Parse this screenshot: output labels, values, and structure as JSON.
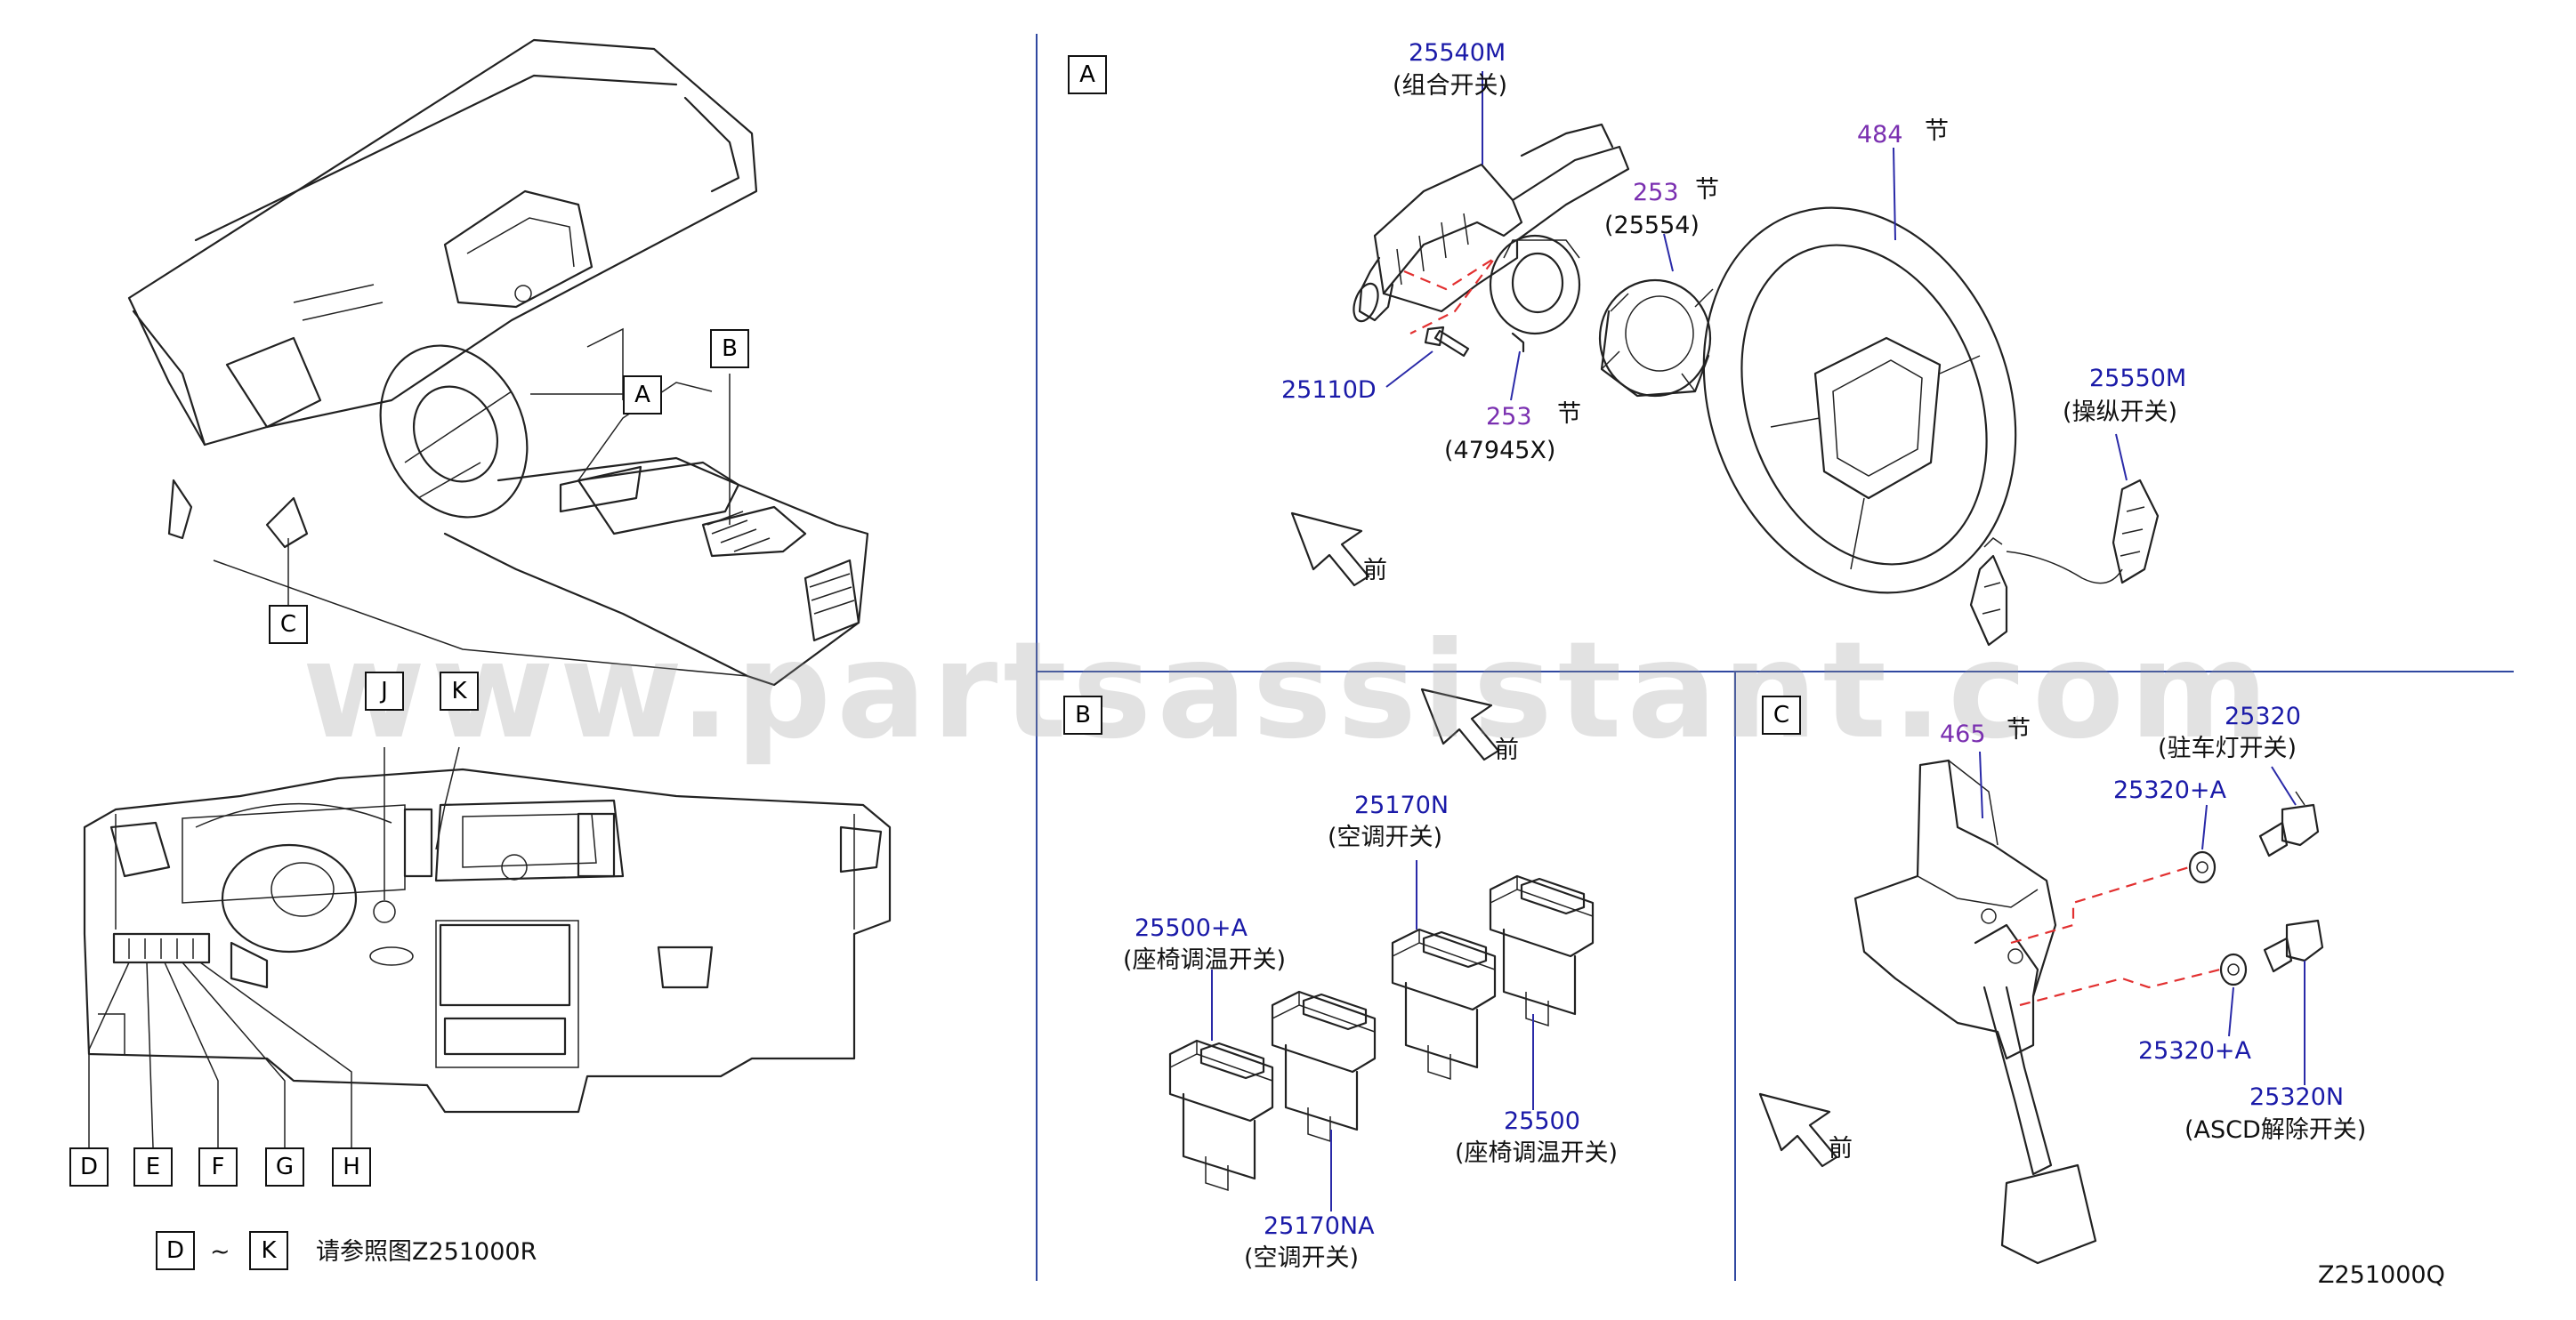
{
  "diagram_code": "Z251000Q",
  "watermark": "www.partsassistant.com",
  "front_label": "前",
  "section_unit": "节",
  "reference_note": "请参照图Z251000R",
  "range_tilde": "~",
  "overview_boxes": [
    "A",
    "B",
    "C",
    "J",
    "K",
    "D",
    "E",
    "F",
    "G",
    "H",
    "D",
    "K"
  ],
  "panel_boxes": {
    "A": "A",
    "B": "B",
    "C": "C"
  },
  "panel_a": {
    "combo_switch_pn": "25540M",
    "combo_switch_name": "(组合开关)",
    "screw_pn": "25110D",
    "sec253_a": "253",
    "sec253_a_pn": "(25554)",
    "sec253_b": "253",
    "sec253_b_pn": "(47945X)",
    "sec484": "484",
    "steering_switch_pn": "25550M",
    "steering_switch_name": "(操纵开关)"
  },
  "panel_b": {
    "ac_switch_pn": "25170N",
    "ac_switch_name": "(空调开关)",
    "seat_switch_a_pn": "25500+A",
    "seat_switch_a_name": "(座椅调温开关)",
    "seat_switch_pn": "25500",
    "seat_switch_name": "(座椅调温开关)",
    "ac_switch_na_pn": "25170NA",
    "ac_switch_na_name": "(空调开关)"
  },
  "panel_c": {
    "sec465": "465",
    "stop_lamp_pn": "25320",
    "stop_lamp_name": "(驻车灯开关)",
    "clip_top_pn": "25320+A",
    "clip_bottom_pn": "25320+A",
    "ascd_pn": "25320N",
    "ascd_name": "(ASCD解除开关)"
  },
  "colors": {
    "part_number": "#1a1aa8",
    "section_number": "#7a2fb0",
    "divider": "#3048a0",
    "dashed": "#e23030"
  }
}
